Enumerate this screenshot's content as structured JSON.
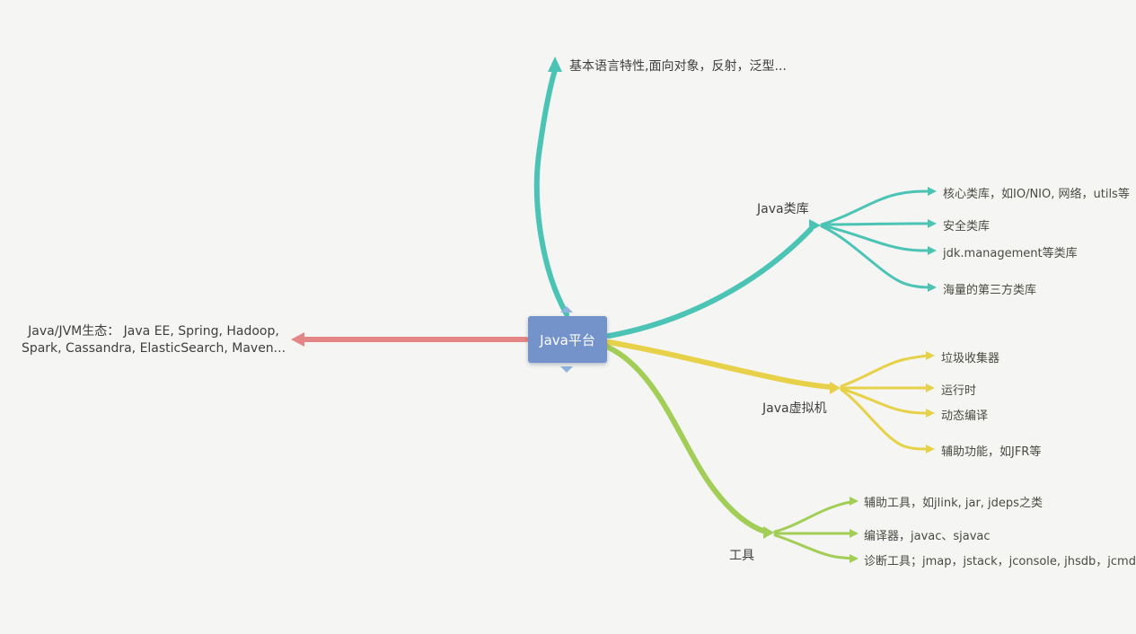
{
  "palette": {
    "background": "#f5f5f3",
    "teal": "#4cc4b5",
    "yellow": "#e7d149",
    "green": "#a2ce57",
    "red": "#e48585",
    "root_blue": "#7493ca",
    "text": "#444444"
  },
  "root": {
    "label": "Java平台"
  },
  "branches": {
    "basics": {
      "label": "基本语言特性,面向对象，反射，泛型..."
    },
    "class_library": {
      "label": "Java类库",
      "children": [
        {
          "label": "核心类库，如IO/NIO, 网络，utils等"
        },
        {
          "label": "安全类库"
        },
        {
          "label": "jdk.management等类库"
        },
        {
          "label": "海量的第三方类库"
        }
      ]
    },
    "jvm": {
      "label": "Java虚拟机",
      "children": [
        {
          "label": "垃圾收集器"
        },
        {
          "label": "运行时"
        },
        {
          "label": "动态编译"
        },
        {
          "label": "辅助功能，如JFR等"
        }
      ]
    },
    "tools": {
      "label": "工具",
      "children": [
        {
          "label": "辅助工具，如jlink, jar, jdeps之类"
        },
        {
          "label": "编译器，javac、sjavac"
        },
        {
          "label": "诊断工具；jmap，jstack，jconsole, jhsdb，jcmd..."
        }
      ]
    },
    "ecosystem": {
      "line1": "Java/JVM生态： Java EE, Spring, Hadoop,",
      "line2": "Spark, Cassandra, ElasticSearch, Maven..."
    }
  }
}
